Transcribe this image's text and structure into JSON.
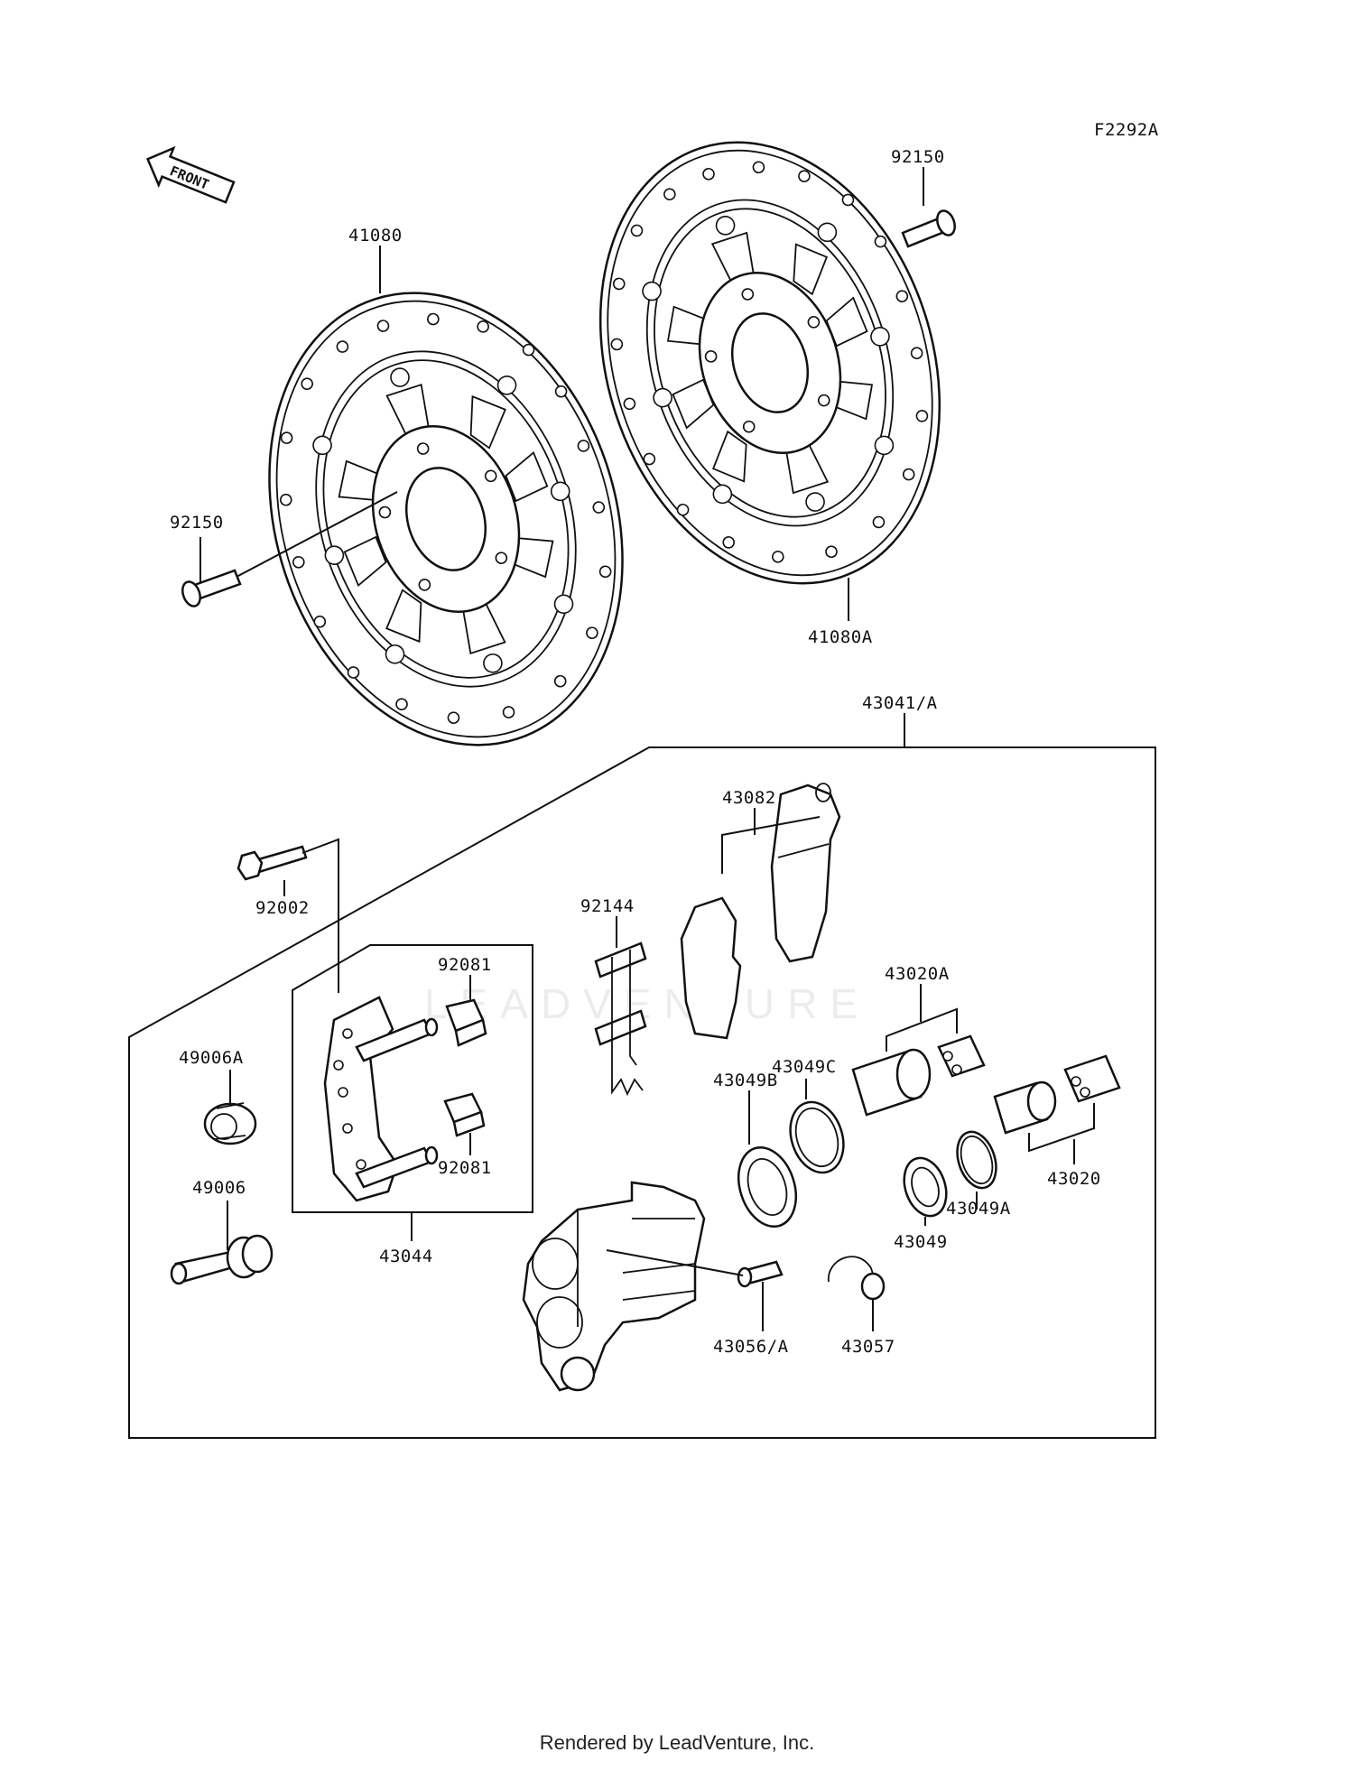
{
  "diagram_code": "F2292A",
  "front_arrow_text": "FRONT",
  "watermark": "LEADVENTURE",
  "footer": "Rendered by LeadVenture, Inc.",
  "labels": {
    "disc_left": "41080",
    "disc_right": "41080A",
    "bolt_left": "92150",
    "bolt_right": "92150",
    "caliper_assy": "43041/A",
    "pad_set": "43082",
    "bolt_bracket": "92002",
    "spring": "92144",
    "pin_boot_upper": "92081",
    "pin_boot_lower": "92081",
    "bracket_assy": "43044",
    "boot_a": "49006A",
    "pin": "49006",
    "seal_c": "43049C",
    "seal_b": "43049B",
    "piston_a": "43020A",
    "piston": "43020",
    "seal": "43049",
    "seal_a": "43049A",
    "bleed_valve": "43056/A",
    "cap": "43057"
  },
  "colors": {
    "line": "#111111",
    "background": "#ffffff"
  }
}
